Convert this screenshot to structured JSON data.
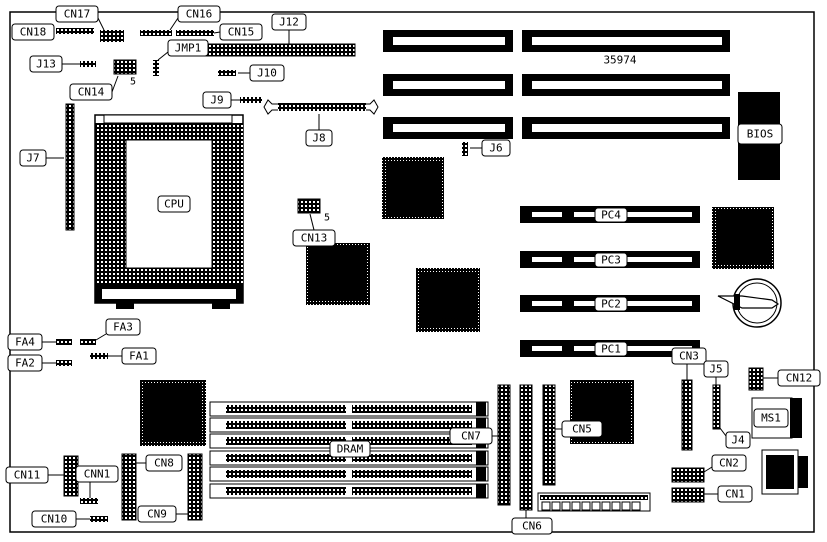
{
  "board": {
    "model_number": "35974",
    "labels": {
      "CN18": "CN18",
      "CN17": "CN17",
      "CN16": "CN16",
      "CN15": "CN15",
      "J12": "J12",
      "JMP1": "JMP1",
      "J13": "J13",
      "J10": "J10",
      "CN14": "CN14",
      "pin5_top": "5",
      "J9": "J9",
      "J8": "J8",
      "J6": "J6",
      "J7": "J7",
      "CPU": "CPU",
      "BIOS": "BIOS",
      "CN13": "CN13",
      "pin5_mid": "5",
      "PC4": "PC4",
      "PC3": "PC3",
      "PC2": "PC2",
      "PC1": "PC1",
      "FA4": "FA4",
      "FA3": "FA3",
      "FA2": "FA2",
      "FA1": "FA1",
      "CN3": "CN3",
      "J5": "J5",
      "CN12": "CN12",
      "MS1": "MS1",
      "J4": "J4",
      "CN7": "CN7",
      "CN5": "CN5",
      "DRAM": "DRAM",
      "CN11": "CN11",
      "CNN1": "CNN1",
      "CN8": "CN8",
      "CN2": "CN2",
      "CN1": "CN1",
      "CN9": "CN9",
      "CN10": "CN10",
      "CN6": "CN6"
    }
  }
}
